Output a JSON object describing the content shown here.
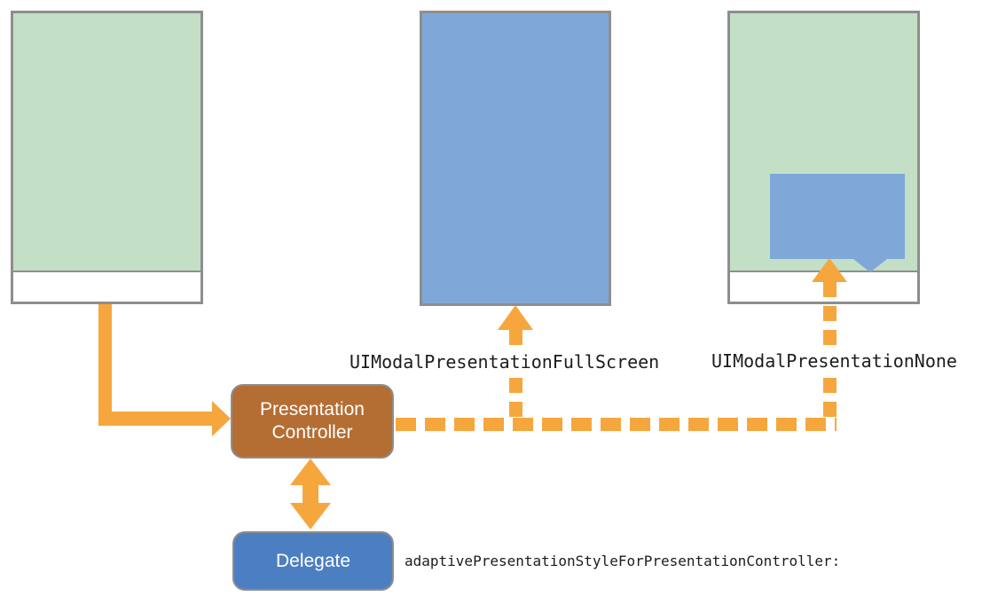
{
  "diagram": {
    "nodes": {
      "presentation_controller": {
        "label_line1": "Presentation",
        "label_line2": "Controller"
      },
      "delegate": {
        "label": "Delegate"
      }
    },
    "annotations": {
      "fullscreen_style": "UIModalPresentationFullScreen",
      "none_style": "UIModalPresentationNone",
      "delegate_method": "adaptivePresentationStyleForPresentationController:"
    },
    "colors": {
      "screen_green": "#c3dfc5",
      "screen_blue": "#7fa8d9",
      "arrow_orange": "#f5a73e",
      "controller_brown": "#b46d33",
      "delegate_blue": "#4c7fc1",
      "border_gray": "#8e8e8e"
    }
  }
}
